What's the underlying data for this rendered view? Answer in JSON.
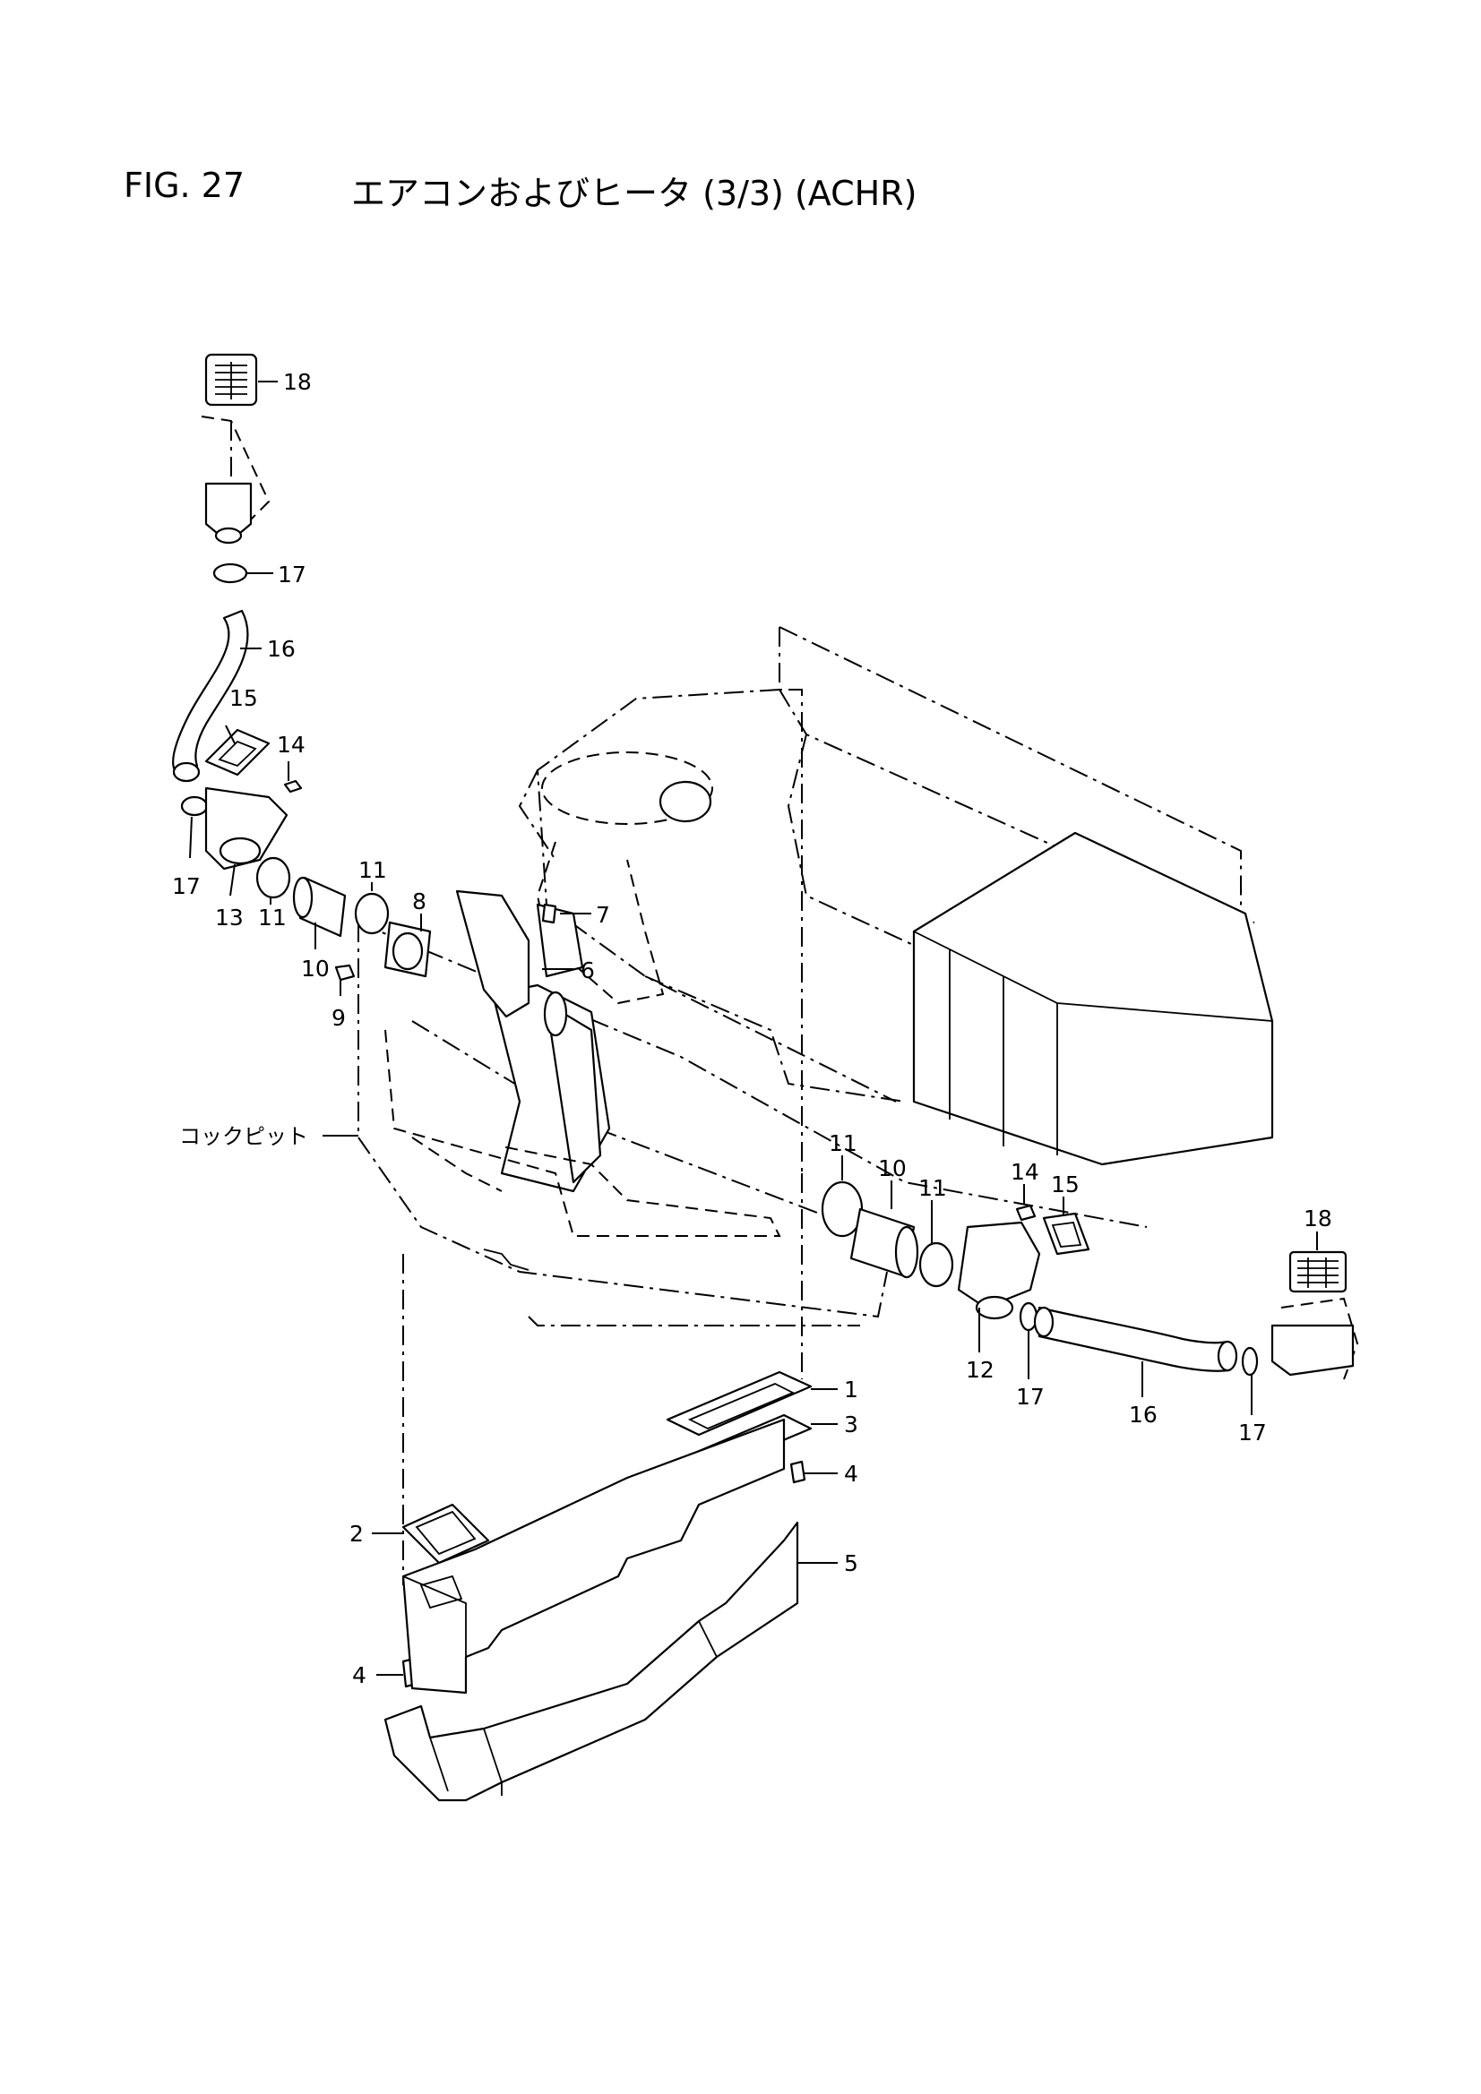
{
  "figure": {
    "number": "FIG. 27",
    "title": "エアコンおよびヒータ (3/3) (ACHR)"
  },
  "callouts": {
    "c1": "1",
    "c2": "2",
    "c3": "3",
    "c4a": "4",
    "c4b": "4",
    "c5": "5",
    "c6": "6",
    "c7": "7",
    "c8": "8",
    "c9": "9",
    "c10a": "10",
    "c10b": "10",
    "c11a": "11",
    "c11b": "11",
    "c11c": "11",
    "c11d": "11",
    "c12": "12",
    "c13": "13",
    "c14a": "14",
    "c14b": "14",
    "c15a": "15",
    "c15b": "15",
    "c16a": "16",
    "c16b": "16",
    "c17a": "17",
    "c17b": "17",
    "c17c": "17",
    "c17d": "17",
    "c18a": "18",
    "c18b": "18"
  },
  "reference_labels": {
    "cockpit": "コックピット"
  }
}
